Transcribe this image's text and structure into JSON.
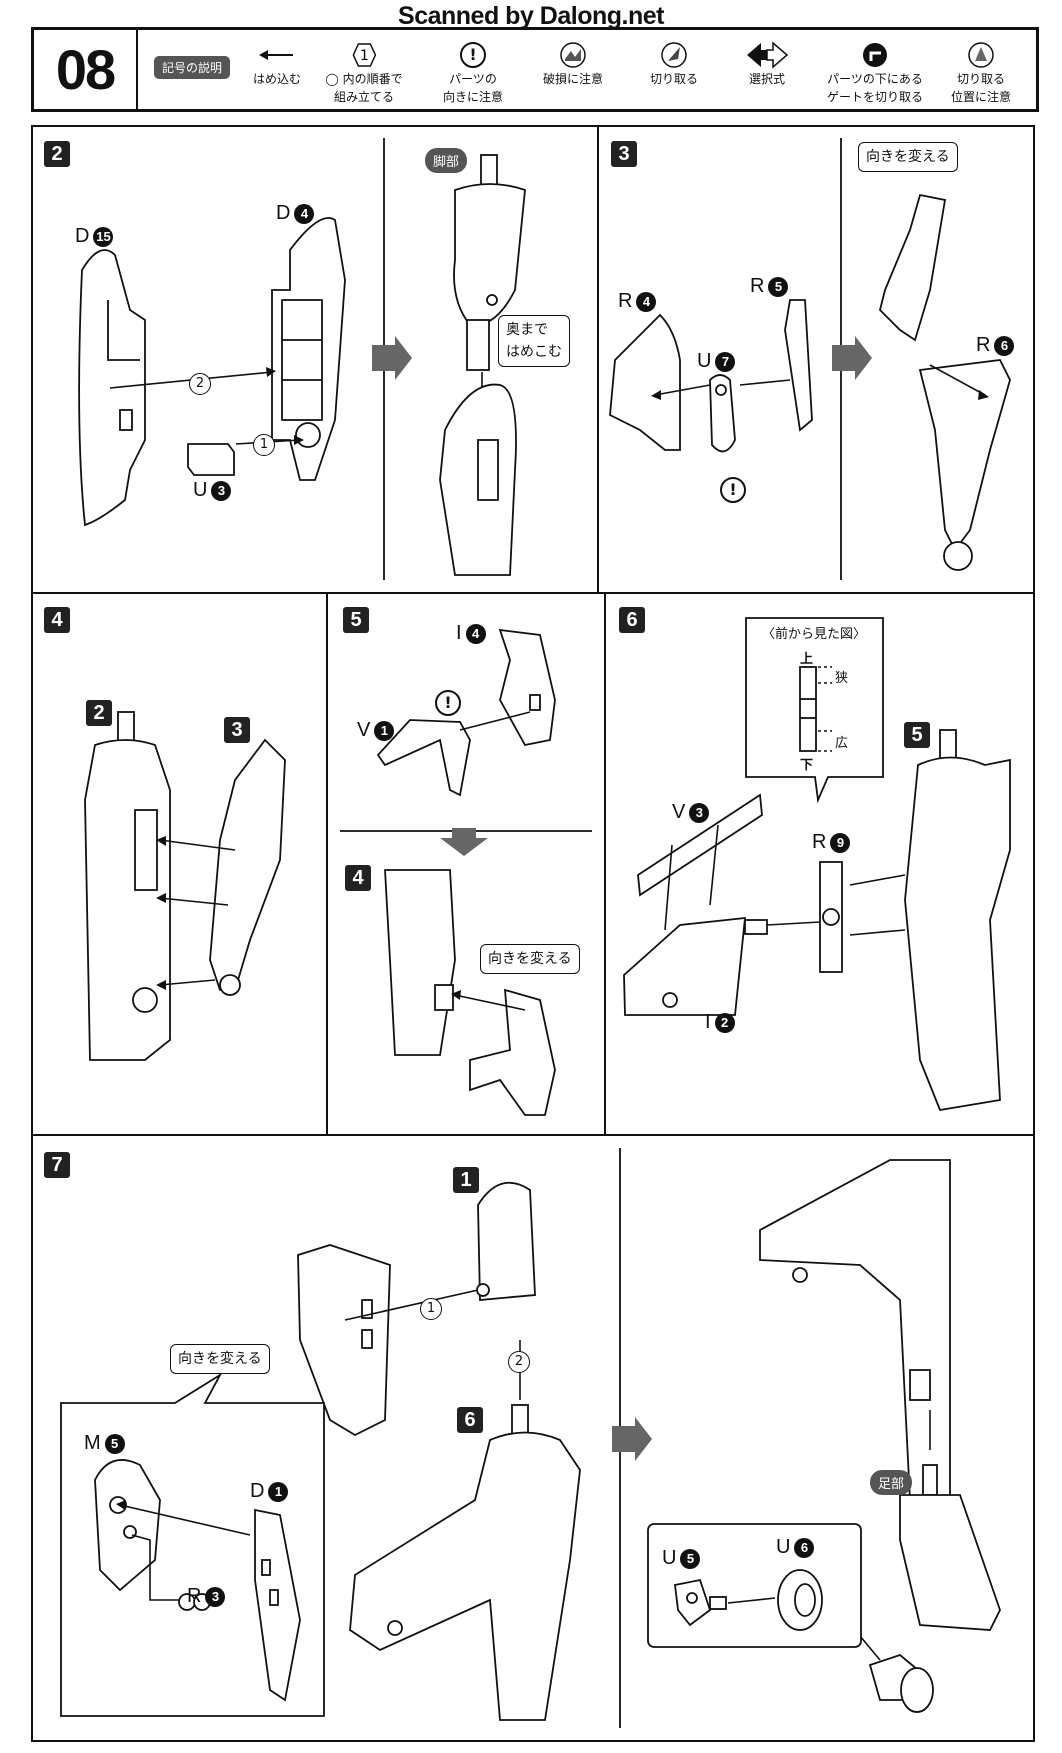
{
  "watermark": "Scanned by Dalong.net",
  "header": {
    "page_number": "08",
    "legend_badge": "記号の説明",
    "legend": [
      {
        "icon": "arrow-left-icon",
        "lines": [
          "はめ込む",
          ""
        ]
      },
      {
        "icon": "hexagon-number-icon",
        "symbol": "1",
        "lines": [
          "◯ 内の順番で",
          "組み立てる"
        ]
      },
      {
        "icon": "exclamation-icon",
        "symbol": "!",
        "lines": [
          "パーツの",
          "向きに注意"
        ]
      },
      {
        "icon": "breakage-icon",
        "lines": [
          "破損に注意",
          ""
        ]
      },
      {
        "icon": "cutter-icon",
        "lines": [
          "切り取る",
          ""
        ]
      },
      {
        "icon": "double-arrow-icon",
        "lines": [
          "選択式",
          ""
        ]
      },
      {
        "icon": "gate-cut-icon",
        "lines": [
          "パーツの下にある",
          "ゲートを切り取る"
        ]
      },
      {
        "icon": "cut-position-icon",
        "lines": [
          "切り取る",
          "位置に注意"
        ]
      }
    ]
  },
  "steps": {
    "s2": {
      "number": "2",
      "parts": [
        {
          "letter": "D",
          "num": "15"
        },
        {
          "letter": "D",
          "num": "4"
        },
        {
          "letter": "U",
          "num": "3"
        }
      ],
      "order": [
        "2",
        "1"
      ],
      "badge": "脚部",
      "callout": [
        "奥まで",
        "はめこむ"
      ]
    },
    "s3": {
      "number": "3",
      "parts": [
        {
          "letter": "R",
          "num": "4"
        },
        {
          "letter": "R",
          "num": "5"
        },
        {
          "letter": "U",
          "num": "7"
        },
        {
          "letter": "R",
          "num": "6"
        }
      ],
      "caution": "!",
      "callout": "向きを変える"
    },
    "s4": {
      "number": "4",
      "refs": [
        "2",
        "3"
      ]
    },
    "s5": {
      "number": "5",
      "parts": [
        {
          "letter": "I",
          "num": "4"
        },
        {
          "letter": "V",
          "num": "1"
        }
      ],
      "caution": "!",
      "ref": "4",
      "callout": "向きを変える"
    },
    "s6": {
      "number": "6",
      "parts": [
        {
          "letter": "V",
          "num": "3"
        },
        {
          "letter": "R",
          "num": "9"
        },
        {
          "letter": "I",
          "num": "2"
        }
      ],
      "ref": "5",
      "view_title": "〈前から見た図〉",
      "top": "上",
      "bottom": "下",
      "narrow": "狭",
      "wide": "広"
    },
    "s7": {
      "number": "7",
      "refs": [
        "1",
        "6"
      ],
      "order": [
        "1",
        "2"
      ],
      "callout": "向きを変える",
      "parts": [
        {
          "letter": "M",
          "num": "5"
        },
        {
          "letter": "D",
          "num": "1"
        },
        {
          "letter": "R",
          "num": "3"
        },
        {
          "letter": "U",
          "num": "5"
        },
        {
          "letter": "U",
          "num": "6"
        }
      ],
      "badge": "足部"
    }
  }
}
